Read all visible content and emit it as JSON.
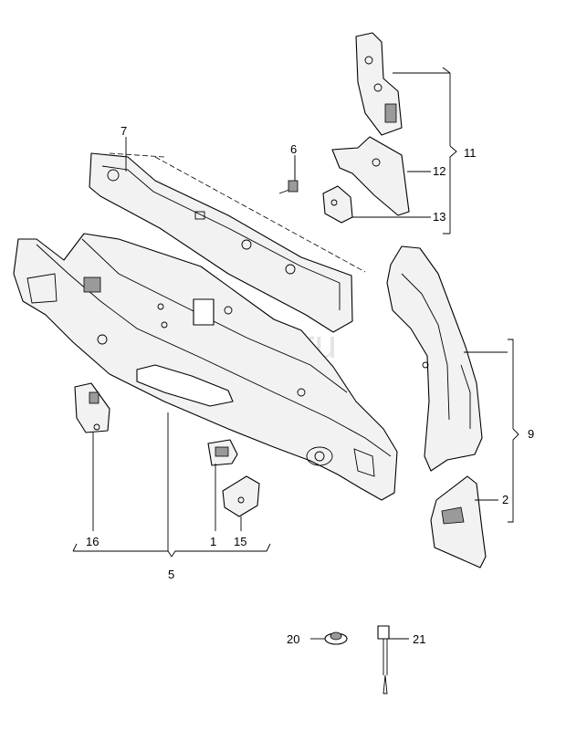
{
  "watermark": "vagtec.ru",
  "callouts": {
    "c1": "1",
    "c2": "2",
    "c5": "5",
    "c6": "6",
    "c7": "7",
    "c9": "9",
    "c11": "11",
    "c12": "12",
    "c13": "13",
    "c15": "15",
    "c16": "16",
    "c20": "20",
    "c21": "21"
  }
}
